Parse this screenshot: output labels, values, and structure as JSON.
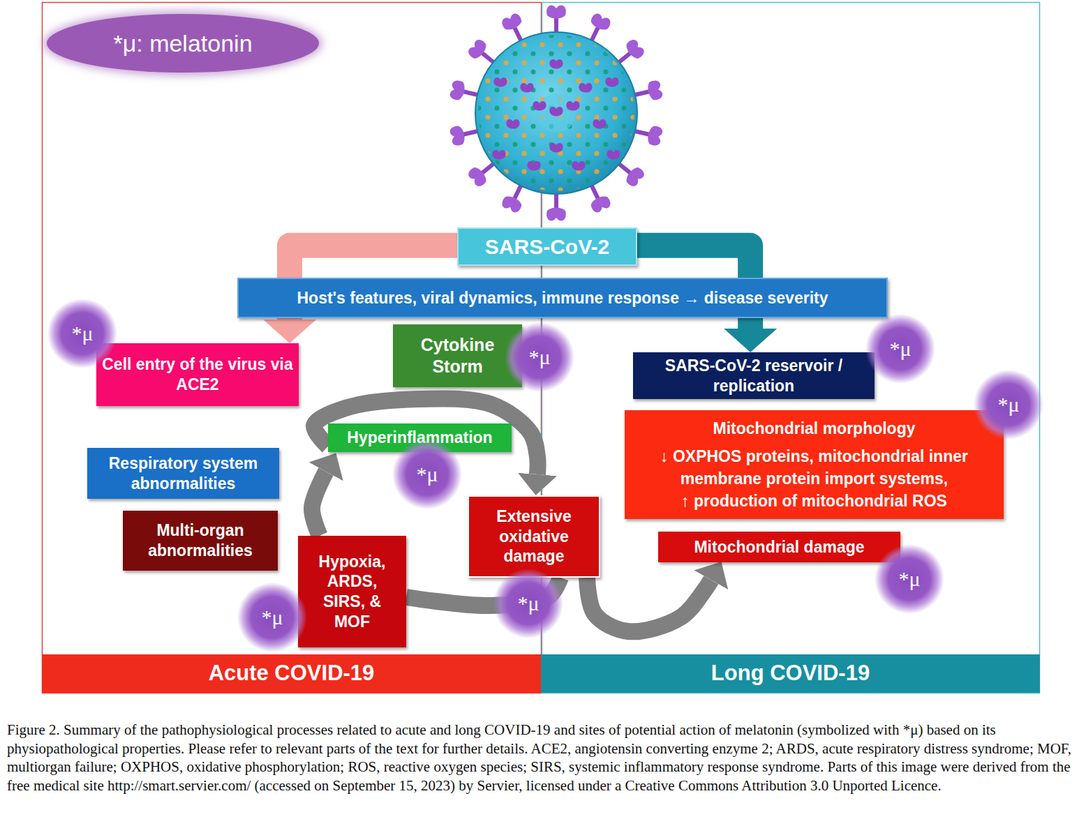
{
  "diagram": {
    "caption": "Figure 2. Summary of the pathophysiological processes related to acute and long COVID-19 and sites of potential action of melatonin (symbolized with *μ) based on its physiopathological properties. Please refer to relevant parts of the text for further details. ACE2, angiotensin converting enzyme 2; ARDS, acute respiratory distress syndrome; MOF, multiorgan failure; OXPHOS, oxidative phosphorylation; ROS, reactive oxygen species; SIRS, systemic inflammatory response syndrome. Parts of this image were derived from the free medical site http://smart.servier.com/ (accessed on September 15, 2023) by Servier, licensed under a Creative Commons Attribution 3.0 Unported Licence.",
    "nodes": [
      {
        "text": [
          "*μ: melatonin"
        ]
      },
      {
        "text": [
          "SARS-CoV-2"
        ]
      },
      {
        "text": [
          "Host's features, viral dynamics, immune response → disease severity"
        ]
      },
      {
        "text": [
          "*μ"
        ]
      },
      {
        "text": [
          "Cell entry of the virus via ACE2"
        ]
      },
      {
        "text": [
          "Cytokine Storm"
        ]
      },
      {
        "text": [
          "*μ"
        ]
      },
      {
        "text": [
          "*μ"
        ]
      },
      {
        "text": [
          "SARS-CoV-2 reservoir / replication"
        ]
      },
      {
        "text": [
          "*μ"
        ]
      },
      {
        "text": [
          "Mitochondrial morphology",
          "↓ OXPHOS proteins, mitochondrial inner membrane protein import systems,",
          "↑ production of mitochondrial ROS"
        ]
      },
      {
        "text": [
          "Hyperinflammation"
        ]
      },
      {
        "text": [
          "Respiratory system abnormalities"
        ]
      },
      {
        "text": [
          "*μ"
        ]
      },
      {
        "text": [
          "Extensive oxidative damage"
        ]
      },
      {
        "text": [
          "Multi-organ abnormalities"
        ]
      },
      {
        "text": [
          "Mitochondrial damage"
        ]
      },
      {
        "text": [
          "Hypoxia, ARDS, SIRS, & MOF"
        ]
      },
      {
        "text": [
          "*μ"
        ]
      },
      {
        "text": [
          "*μ"
        ]
      },
      {
        "text": [
          "*μ"
        ]
      },
      {
        "text": [
          "Acute COVID-19"
        ]
      },
      {
        "text": [
          "Long COVID-19"
        ]
      }
    ],
    "edges": [
      {
        "from": 1,
        "to": 4,
        "arrow": "to"
      },
      {
        "from": 1,
        "to": 8,
        "arrow": "to"
      },
      {
        "from": 11,
        "to": 14,
        "arrow": "to"
      },
      {
        "from": 14,
        "to": 17,
        "arrow": "none"
      },
      {
        "from": 17,
        "to": 11,
        "arrow": "to"
      },
      {
        "from": 14,
        "to": 16,
        "arrow": "to"
      }
    ]
  }
}
